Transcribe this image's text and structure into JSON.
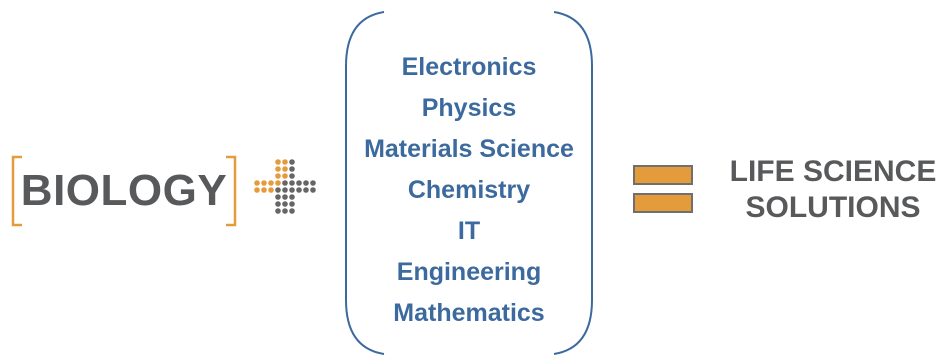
{
  "colors": {
    "text_gray": "#58595b",
    "blue": "#3c6a9e",
    "orange": "#e39b3b",
    "dot_gray": "#666666"
  },
  "left_term": {
    "text": "BIOLOGY"
  },
  "disciplines": [
    "Electronics",
    "Physics",
    "Materials Science",
    "Chemistry",
    "IT",
    "Engineering",
    "Mathematics"
  ],
  "result": {
    "line1": "LIFE SCIENCE",
    "line2": "SOLUTIONS"
  },
  "icons": {
    "operator_plus": "dotted-plus-icon",
    "operator_equals": "equals-icon",
    "bracket": "square-bracket-icon"
  }
}
